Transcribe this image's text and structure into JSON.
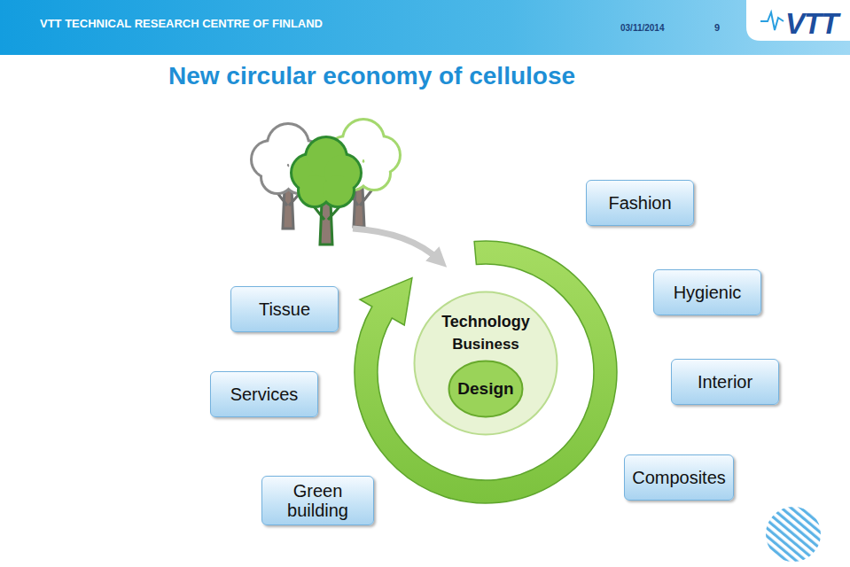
{
  "diagram": {
    "title": "New circular economy of cellulose",
    "nodes": [
      {
        "text": [
          "Fashion"
        ]
      },
      {
        "text": [
          "Tissue"
        ]
      },
      {
        "text": [
          "Technology",
          "Business"
        ]
      },
      {
        "text": [
          "Design"
        ],
        "in": 2
      },
      {
        "text": [
          "Hygienic"
        ]
      },
      {
        "text": [
          "Services"
        ]
      },
      {
        "text": [
          "Interior"
        ]
      },
      {
        "text": [
          "Green building"
        ]
      },
      {
        "text": [
          "Composites"
        ]
      }
    ],
    "labels": [
      "VTT TECHNICAL RESEARCH CENTRE OF FINLAND",
      "03/11/2014",
      "9",
      "VTT"
    ]
  }
}
